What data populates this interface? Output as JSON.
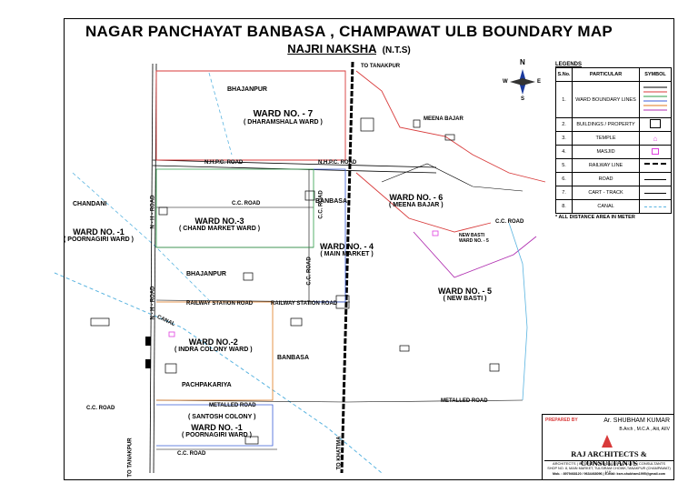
{
  "header": {
    "title": "NAGAR PANCHAYAT  BANBASA , CHAMPAWAT  ULB BOUNDARY MAP",
    "subtitle": "NAJRI NAKSHA",
    "subtitle_suffix": "(N.T.S)"
  },
  "north_arrow": {
    "n": "N",
    "s": "S",
    "e": "E",
    "w": "W"
  },
  "roads": {
    "nhpc_left": "N.H.P.C. ROAD",
    "nhpc_right": "N.H.P.C. ROAD",
    "nh_road": "N - H - ROAD",
    "nh_road_2": "N - H - ROAD",
    "cc_road_1": "C.C. ROAD",
    "cc_road_2": "C.C. ROAD",
    "cc_road_3": "C.C. ROAD",
    "cc_road_4": "C.C. ROAD",
    "railway_station_road_1": "RAILWAY STATION ROAD",
    "railway_station_road_2": "RAILWAY STATION ROAD",
    "metalled_road_1": "METALLED ROAD",
    "metalled_road_2": "METALLED ROAD",
    "cc_road_bottom_1": "C.C. ROAD",
    "cc_road_bottom_2": "C.C. ROAD",
    "canal": "CANAL",
    "to_tanakpur": "TO TANAKPUR",
    "to_khatima": "TO KHATIMA",
    "to_tanakpur_top": "TO TANAKPUR"
  },
  "places": {
    "bhajanpur_top": "BHAJANPUR",
    "meena_bajar": "MEENA BAJAR",
    "chandani": "CHANDANI",
    "banbasa_1": "BANBASA",
    "bhajanpur_mid": "BHAJANPUR",
    "banbasa_2": "BANBASA",
    "pachpakariya": "PACHPAKARIYA",
    "new_basti_label": "NEW BASTI\nWARD NO. - 5"
  },
  "wards": [
    {
      "id": "7",
      "name": "WARD NO. - 7",
      "sub": "( DHARAMSHALA WARD )"
    },
    {
      "id": "6",
      "name": "WARD NO. - 6",
      "sub": "( MEENA BAJAR )"
    },
    {
      "id": "1a",
      "name": "WARD NO. -1",
      "sub": "( POORNAGIRI WARD )"
    },
    {
      "id": "3",
      "name": "WARD NO.-3",
      "sub": "( CHAND MARKET WARD )"
    },
    {
      "id": "4",
      "name": "WARD  NO. - 4",
      "sub": "( MAIN  MARKET )"
    },
    {
      "id": "5",
      "name": "WARD NO. - 5",
      "sub": "( NEW BASTI )"
    },
    {
      "id": "2",
      "name": "WARD NO.-2",
      "sub": "( INDRA COLONY WARD )"
    },
    {
      "id": "8",
      "name": "( SANTOSH COLONY )",
      "sub": ""
    },
    {
      "id": "1b",
      "name": "WARD NO. -1",
      "sub": "( POORNAGIRI WARD )"
    }
  ],
  "legend": {
    "caption": "LEGENDS",
    "headers": [
      "S.No.",
      "PARTICULAR",
      "SYMBOL"
    ],
    "rows": [
      {
        "no": "1.",
        "particular": "WARD BOUNDARY LINES"
      },
      {
        "no": "2.",
        "particular": "BUILDINGS / PROPERTY"
      },
      {
        "no": "3.",
        "particular": "TEMPLE"
      },
      {
        "no": "4.",
        "particular": "MASJID"
      },
      {
        "no": "5.",
        "particular": "RAILWAY LINE"
      },
      {
        "no": "6.",
        "particular": "ROAD"
      },
      {
        "no": "7.",
        "particular": "CART - TRACK"
      },
      {
        "no": "8.",
        "particular": "CANAL"
      }
    ],
    "note": "* ALL DISTANCE AREA IN  METER",
    "boundary_colors": [
      "#000000",
      "#d83a3a",
      "#2e9e4a",
      "#3a5ed8",
      "#e07a1f",
      "#b02fb0",
      "#d83a3a"
    ]
  },
  "credit": {
    "architect": "Ar. SHUBHAM KUMAR",
    "degrees": "B.Arch , M.C.A , Aiit, AIIV",
    "firm": "RAJ ARCHITECTS & CONSULTANTS",
    "line1": "ARCHITECTS | INTERIOR DESIGNERS | VALUER | CONSULTANTS",
    "line2": "SHOP NO. 8, MAIN MARKET, TULSIRAM CHOWK,TANAKPUR (CHAMPAWAT) U.K.",
    "line3": "Mob. : 8979468120 / 9634468096  |  E-mail: ksm.shubham1995@gmail.com",
    "stamp": "PREPARED BY"
  },
  "colors": {
    "ward_boundary_red": "#d83a3a",
    "road_green": "#2e9e4a",
    "canal": "#5ab4e0",
    "railway": "#000000",
    "masjid": "#e040e0"
  }
}
